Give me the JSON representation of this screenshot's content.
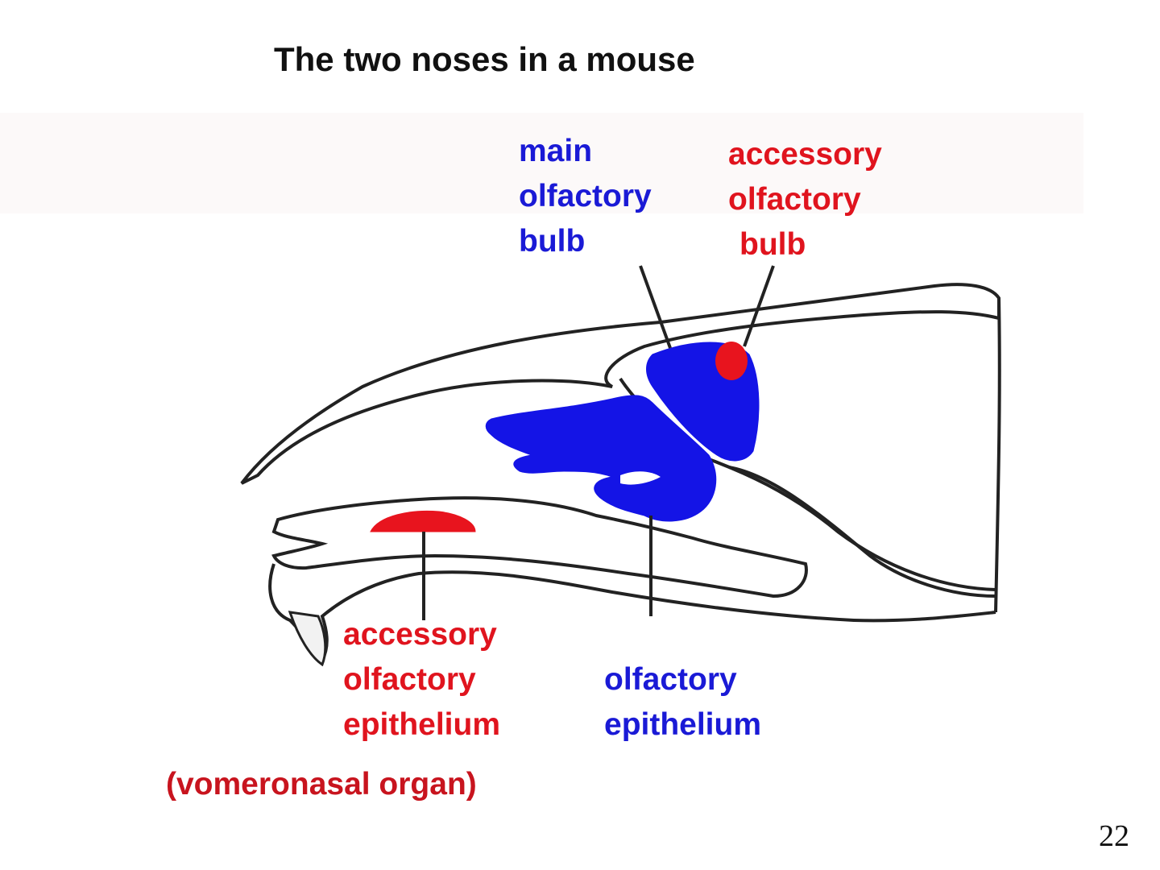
{
  "title": "The two noses in a mouse",
  "labels": {
    "main_olfactory_bulb": [
      "main",
      "olfactory",
      "bulb"
    ],
    "accessory_olfactory_bulb": [
      "accessory",
      "olfactory",
      "bulb"
    ],
    "accessory_olfactory_epithelium": [
      "accessory",
      "olfactory",
      "epithelium"
    ],
    "vomeronasal_organ": "(vomeronasal organ)",
    "olfactory_epithelium": [
      "olfactory",
      "epithelium"
    ]
  },
  "page_number": "22",
  "colors": {
    "main_system": "#1414e6",
    "accessory_system": "#e8141e",
    "outline": "#222222"
  }
}
